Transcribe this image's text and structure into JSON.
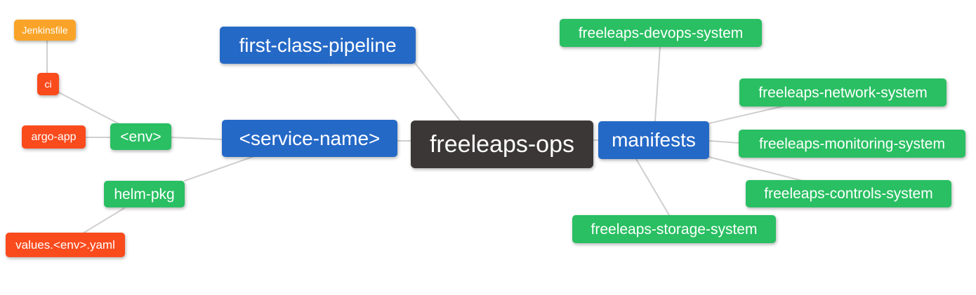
{
  "diagram": {
    "type": "mindmap",
    "root": "freeleaps-ops",
    "colors": {
      "root_bg": "#3b3737",
      "branch_bg": "#2569c7",
      "leaf_green_bg": "#29bf62",
      "leaf_red_bg": "#fa4b1d",
      "leaf_orange_bg": "#f9a428",
      "edge_line": "#cfcfcf",
      "node_text": "#ffffff",
      "background": "#ffffff"
    },
    "nodes": {
      "freeleaps_ops": {
        "label": "freeleaps-ops"
      },
      "first_class_pipeline": {
        "label": "first-class-pipeline"
      },
      "service_name": {
        "label": "<service-name>"
      },
      "env": {
        "label": "<env>"
      },
      "ci": {
        "label": "ci"
      },
      "jenkinsfile": {
        "label": "Jenkinsfile"
      },
      "argo_app": {
        "label": "argo-app"
      },
      "helm_pkg": {
        "label": "helm-pkg"
      },
      "values_env_yaml": {
        "label": "values.<env>.yaml"
      },
      "manifests": {
        "label": "manifests"
      },
      "devops_system": {
        "label": "freeleaps-devops-system"
      },
      "network_system": {
        "label": "freeleaps-network-system"
      },
      "monitoring_system": {
        "label": "freeleaps-monitoring-system"
      },
      "controls_system": {
        "label": "freeleaps-controls-system"
      },
      "storage_system": {
        "label": "freeleaps-storage-system"
      }
    },
    "edges": [
      [
        "jenkinsfile",
        "ci"
      ],
      [
        "ci",
        "env"
      ],
      [
        "argo_app",
        "env"
      ],
      [
        "env",
        "service_name"
      ],
      [
        "values_env_yaml",
        "helm_pkg"
      ],
      [
        "helm_pkg",
        "service_name"
      ],
      [
        "first_class_pipeline",
        "freeleaps_ops"
      ],
      [
        "service_name",
        "freeleaps_ops"
      ],
      [
        "freeleaps_ops",
        "manifests"
      ],
      [
        "manifests",
        "devops_system"
      ],
      [
        "manifests",
        "network_system"
      ],
      [
        "manifests",
        "monitoring_system"
      ],
      [
        "manifests",
        "controls_system"
      ],
      [
        "manifests",
        "storage_system"
      ]
    ]
  }
}
